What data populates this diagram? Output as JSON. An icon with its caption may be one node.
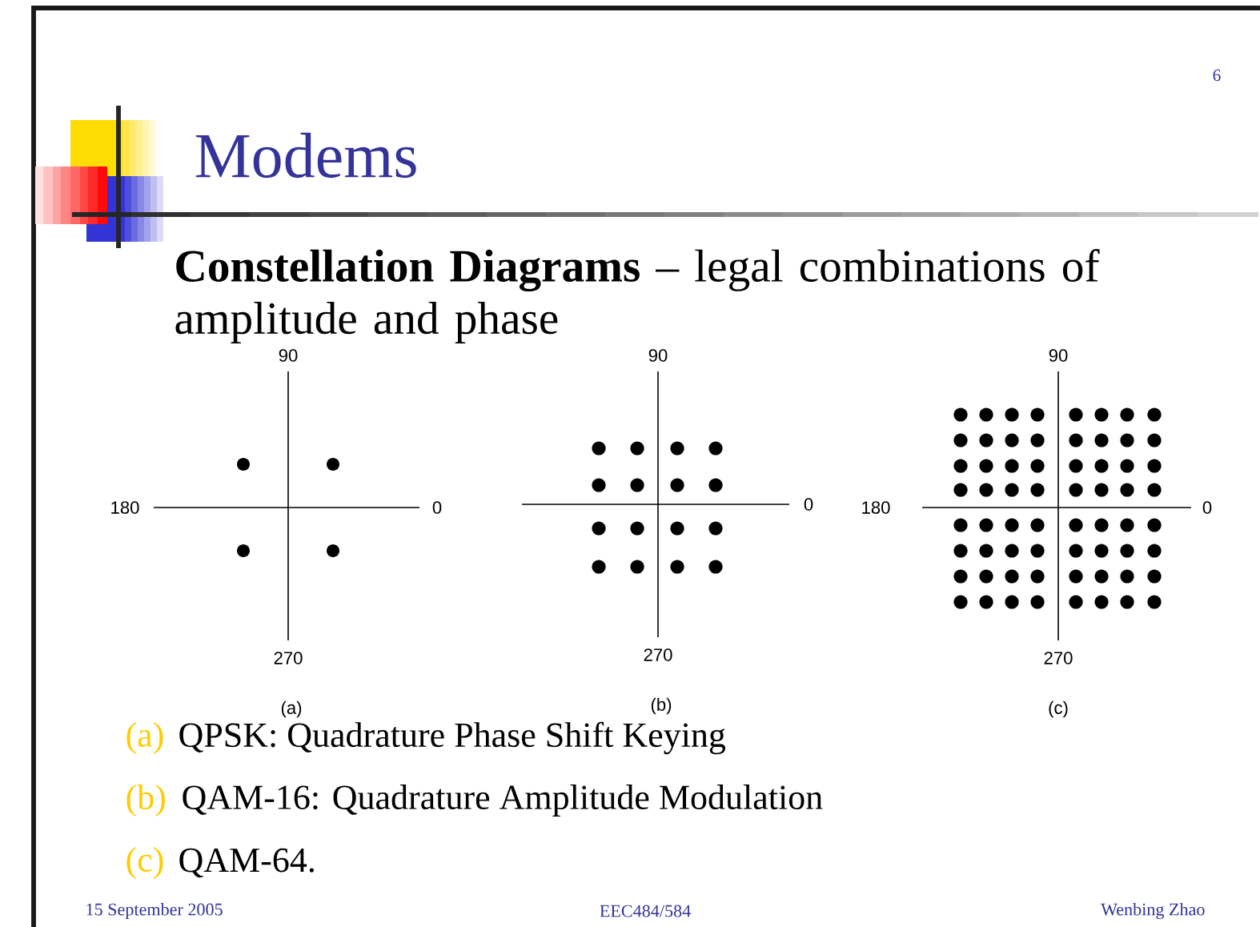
{
  "diagram": {
    "title": "Modems",
    "labels": [
      "6",
      "**Constellation Diagrams** – legal combinations of amplitude and phase",
      "90",
      "180",
      "0",
      "270",
      "(a)",
      "90",
      "0",
      "270",
      "(b)",
      "90",
      "180",
      "0",
      "270",
      "(c)",
      "(a)",
      "QPSK: Quadrature Phase Shift Keying",
      "(b)",
      "QAM-16: Quadrature Amplitude Modulation",
      "(c)",
      "QAM-64.",
      "15 September 2005",
      "EEC484/584",
      "Wenbing Zhao"
    ]
  }
}
